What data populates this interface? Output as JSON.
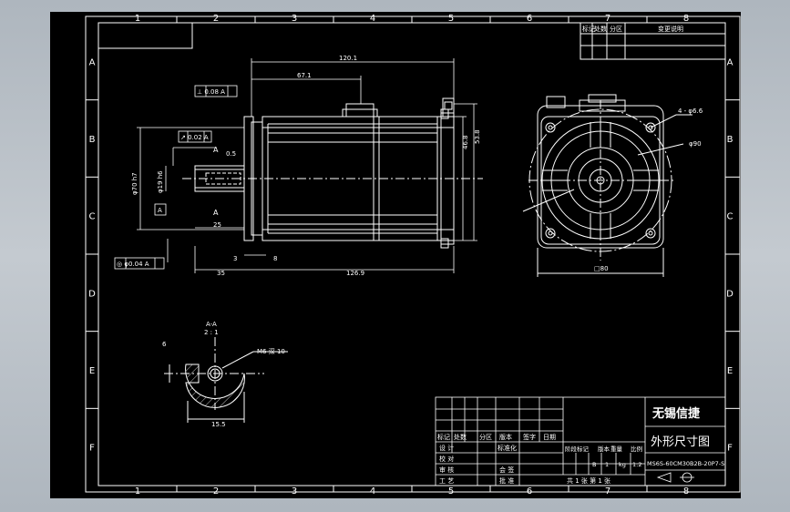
{
  "grid": {
    "cols": [
      "1",
      "2",
      "3",
      "4",
      "5",
      "6",
      "7",
      "8"
    ],
    "rows": [
      "A",
      "B",
      "C",
      "D",
      "E",
      "F"
    ]
  },
  "revision_table": {
    "headers": [
      "标记",
      "处数",
      "分区",
      "变更说明"
    ]
  },
  "dimensions": {
    "overall_length": "120.1",
    "to_connector": "67.1",
    "perpendicularity": "⊥ 0.08 A",
    "runout": "↗ 0.02 A",
    "section_mark": "A",
    "shoulder": "0.5",
    "shaft_dia": "φ19 h6",
    "pilot_dia": "φ70 h7",
    "datum": "A",
    "shaft_len": "25",
    "concentricity": "◎ φ0.04 A",
    "flange_step": "3",
    "flange_thk": "8",
    "shaft_total": "35",
    "body_len": "126.9",
    "height_a": "46.8",
    "height_b": "53.8",
    "holes": "4 - φ6.6",
    "pcd": "φ90",
    "flange_size": "□80"
  },
  "section": {
    "title": "A-A",
    "scale": "2 : 1",
    "key_width": "6",
    "keyway": "M6 深 10",
    "key_depth": "15.5"
  },
  "title_block": {
    "company": "无锡信捷",
    "drawing_title": "外形尺寸图",
    "drawing_no": "MS6S-60CM30B2B-20P7-S",
    "scale": "1:2",
    "row1": [
      "标记",
      "处数",
      "分区",
      "版本",
      "签字",
      "日期"
    ],
    "designer": "设 计",
    "checker": "校 对",
    "reviewer": "审 核",
    "process": "工 艺",
    "standard": "标准化",
    "countersign": "会 签",
    "approve": "批 准",
    "stage_labels": [
      "阶段标记",
      "版本",
      "重量",
      "比例"
    ],
    "stage_values": [
      "B",
      "1",
      "kg",
      "1:2"
    ],
    "sheets": "共 1 张  第 1 张"
  }
}
